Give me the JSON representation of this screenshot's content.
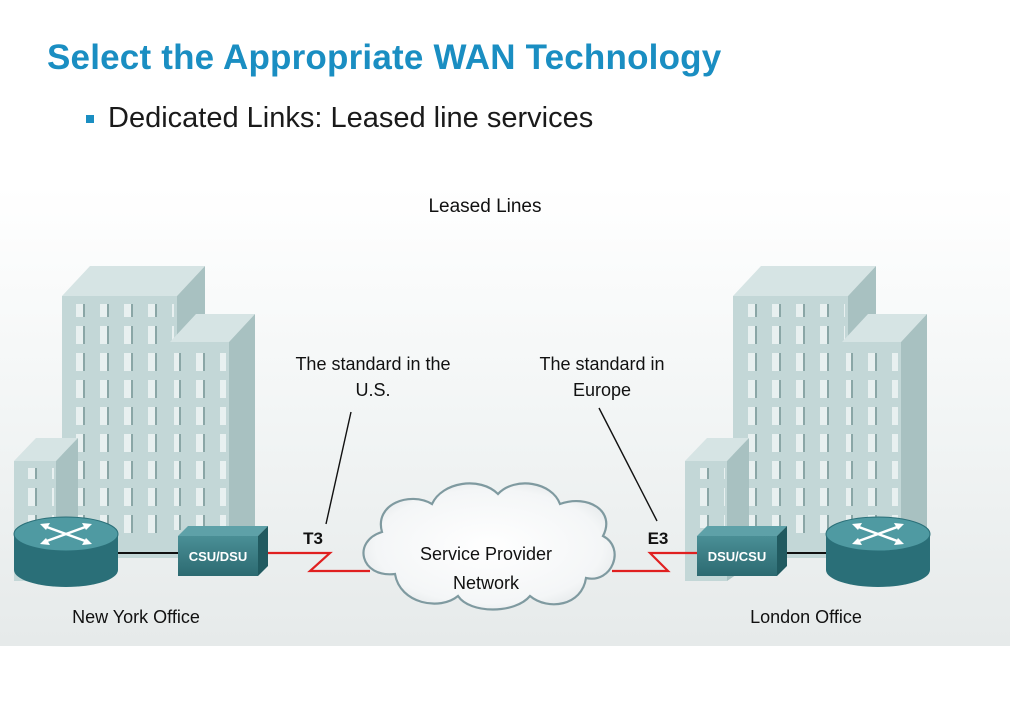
{
  "slide": {
    "title": "Select the Appropriate WAN Technology",
    "bullet": "Dedicated Links: Leased line services"
  },
  "diagram": {
    "heading": "Leased Lines",
    "us_note_line1": "The standard in the",
    "us_note_line2": "U.S.",
    "eu_note_line1": "The standard in",
    "eu_note_line2": "Europe",
    "left_line_label": "T3",
    "right_line_label": "E3",
    "cloud_line1": "Service Provider",
    "cloud_line2": "Network",
    "left_device": "CSU/DSU",
    "right_device": "DSU/CSU",
    "left_office": "New York Office",
    "right_office": "London Office"
  },
  "colors": {
    "title": "#1a8ec2",
    "serial_link": "#e02020",
    "router": "#2f7c86",
    "building": "#b9d0d0"
  }
}
